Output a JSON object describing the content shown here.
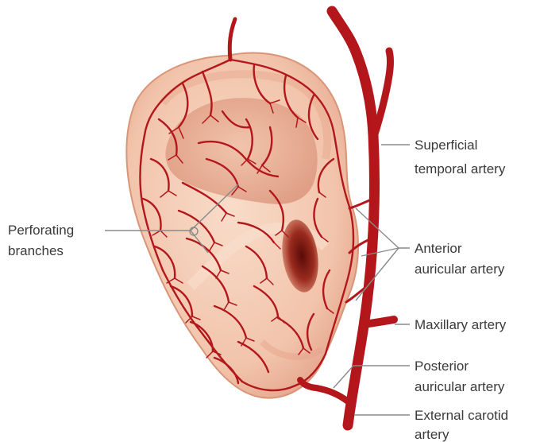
{
  "labels": {
    "superficial_temporal": [
      "Superficial",
      "temporal artery"
    ],
    "anterior_auricular": [
      "Anterior",
      "auricular artery"
    ],
    "maxillary": "Maxillary artery",
    "posterior_auricular": [
      "Posterior",
      "auricular artery"
    ],
    "external_carotid": [
      "External carotid",
      "artery"
    ],
    "perforating": [
      "Perforating",
      "branches"
    ]
  },
  "colors": {
    "artery": "#c8181e",
    "artery_dark": "#9e1015",
    "skin": "#f5cdb7",
    "skin_shadow": "#e3a48b",
    "label_text": "#3a3a3a",
    "leader": "#8a8a8a"
  }
}
